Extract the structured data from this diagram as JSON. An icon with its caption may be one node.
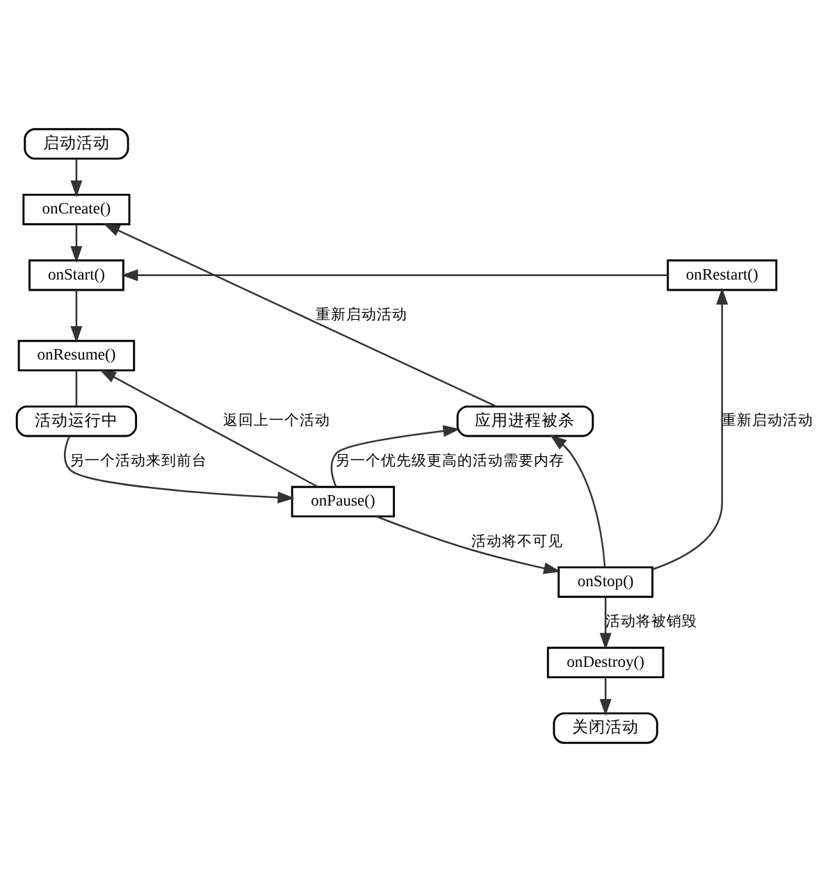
{
  "diagram": {
    "nodes": [
      {
        "text": [
          "启动活动"
        ]
      },
      {
        "text": [
          "onCreate()"
        ]
      },
      {
        "text": [
          "onStart()"
        ]
      },
      {
        "text": [
          "onResume()"
        ]
      },
      {
        "text": [
          "活动运行中"
        ]
      },
      {
        "text": [
          "onPause()"
        ]
      },
      {
        "text": [
          "onStop()"
        ]
      },
      {
        "text": [
          "onDestroy()"
        ]
      },
      {
        "text": [
          "关闭活动"
        ]
      },
      {
        "text": [
          "onRestart()"
        ]
      },
      {
        "text": [
          "应用进程被杀"
        ]
      }
    ],
    "edges": [
      {
        "from": 0,
        "to": 1,
        "arrow": "to"
      },
      {
        "from": 1,
        "to": 2,
        "arrow": "to"
      },
      {
        "from": 2,
        "to": 3,
        "arrow": "to"
      },
      {
        "from": 3,
        "to": 4,
        "arrow": "none"
      },
      {
        "from": 4,
        "to": 5,
        "arrow": "to",
        "label": "另一个活动来到前台"
      },
      {
        "from": 5,
        "to": 3,
        "arrow": "to",
        "label": "返回上一个活动"
      },
      {
        "from": 5,
        "to": 10,
        "arrow": "to",
        "label": "另一个优先级更高的活动需要内存"
      },
      {
        "from": 5,
        "to": 6,
        "arrow": "to",
        "label": "活动将不可见"
      },
      {
        "from": 6,
        "to": 10,
        "arrow": "to"
      },
      {
        "from": 6,
        "to": 9,
        "arrow": "to",
        "label": "重新启动活动"
      },
      {
        "from": 9,
        "to": 2,
        "arrow": "to"
      },
      {
        "from": 6,
        "to": 7,
        "arrow": "to",
        "label": "活动将被销毁"
      },
      {
        "from": 7,
        "to": 8,
        "arrow": "to"
      },
      {
        "from": 10,
        "to": 1,
        "arrow": "to",
        "label": "重新启动活动"
      }
    ]
  }
}
